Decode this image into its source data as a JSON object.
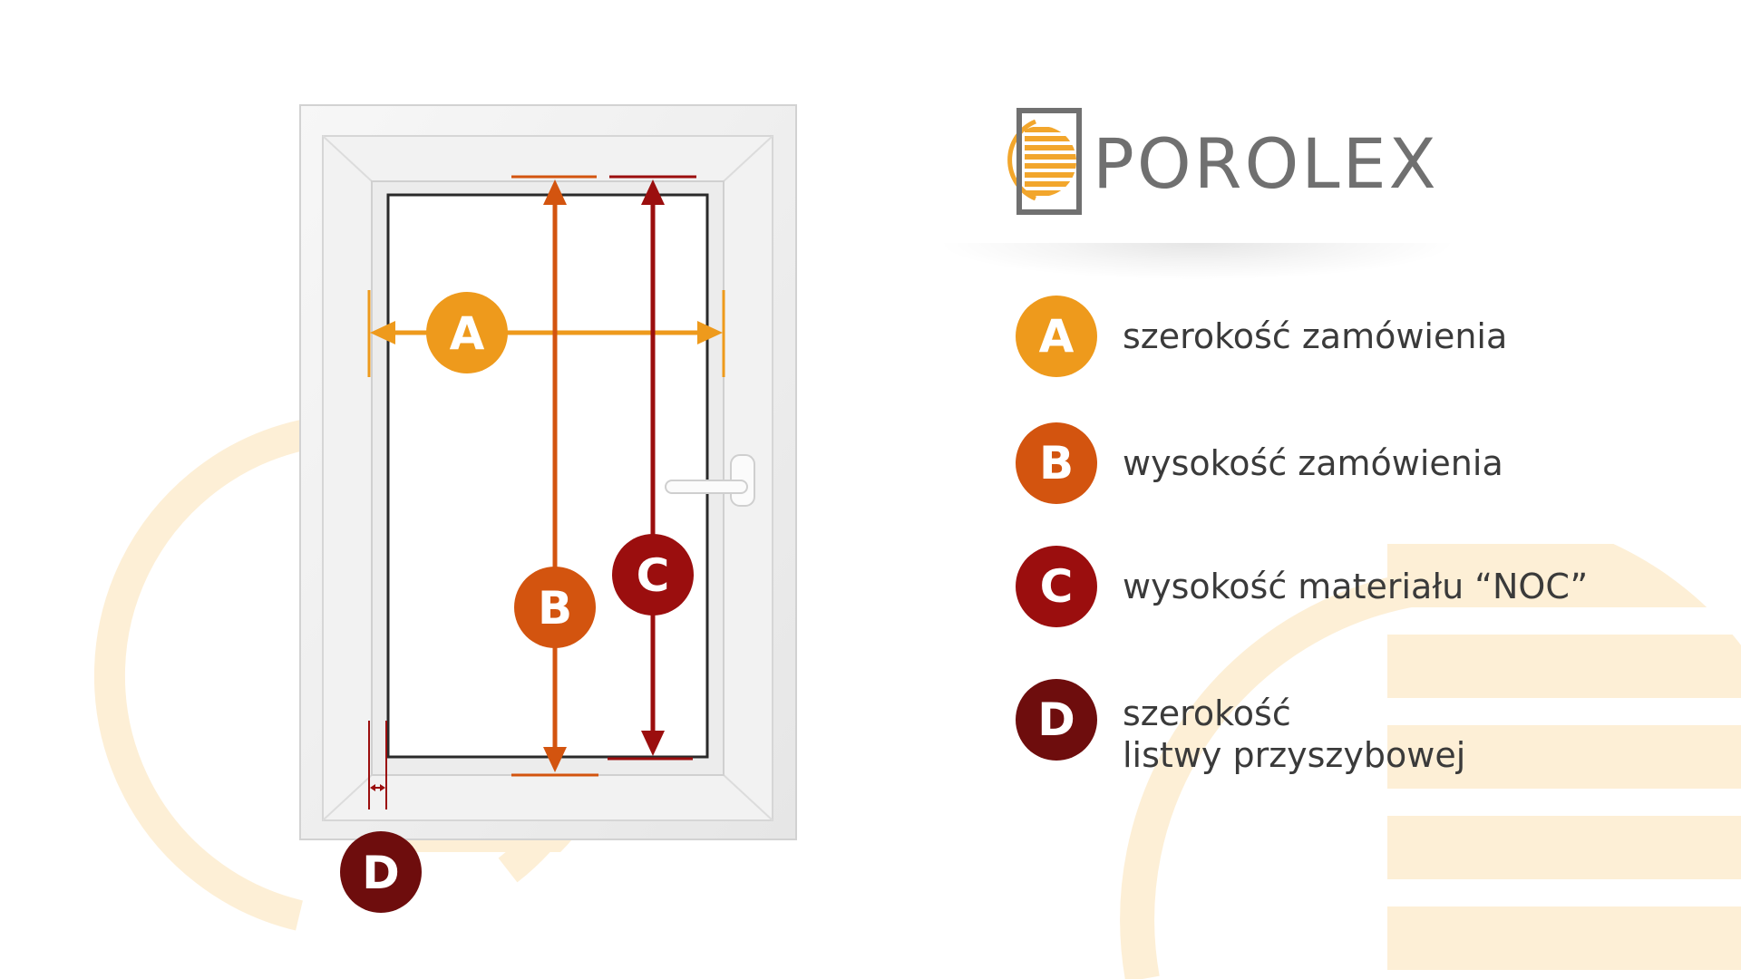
{
  "brand": {
    "name": "POROLEX"
  },
  "colors": {
    "A": "#EE9A1C",
    "B": "#D3540F",
    "C": "#9B0E0E",
    "D": "#6E0D0D",
    "decor": "#FDEFD6",
    "logo_orange": "#F2A62C",
    "logo_gray": "#707070"
  },
  "diagram": {
    "markers": [
      "A",
      "B",
      "C",
      "D"
    ]
  },
  "legend": [
    {
      "letter": "A",
      "text": "szerokość zamówienia"
    },
    {
      "letter": "B",
      "text": "wysokość zamówienia"
    },
    {
      "letter": "C",
      "text": "wysokość materiału “NOC”"
    },
    {
      "letter": "D",
      "text_line1": "szerokość",
      "text_line2": "listwy przyszybowej"
    }
  ]
}
